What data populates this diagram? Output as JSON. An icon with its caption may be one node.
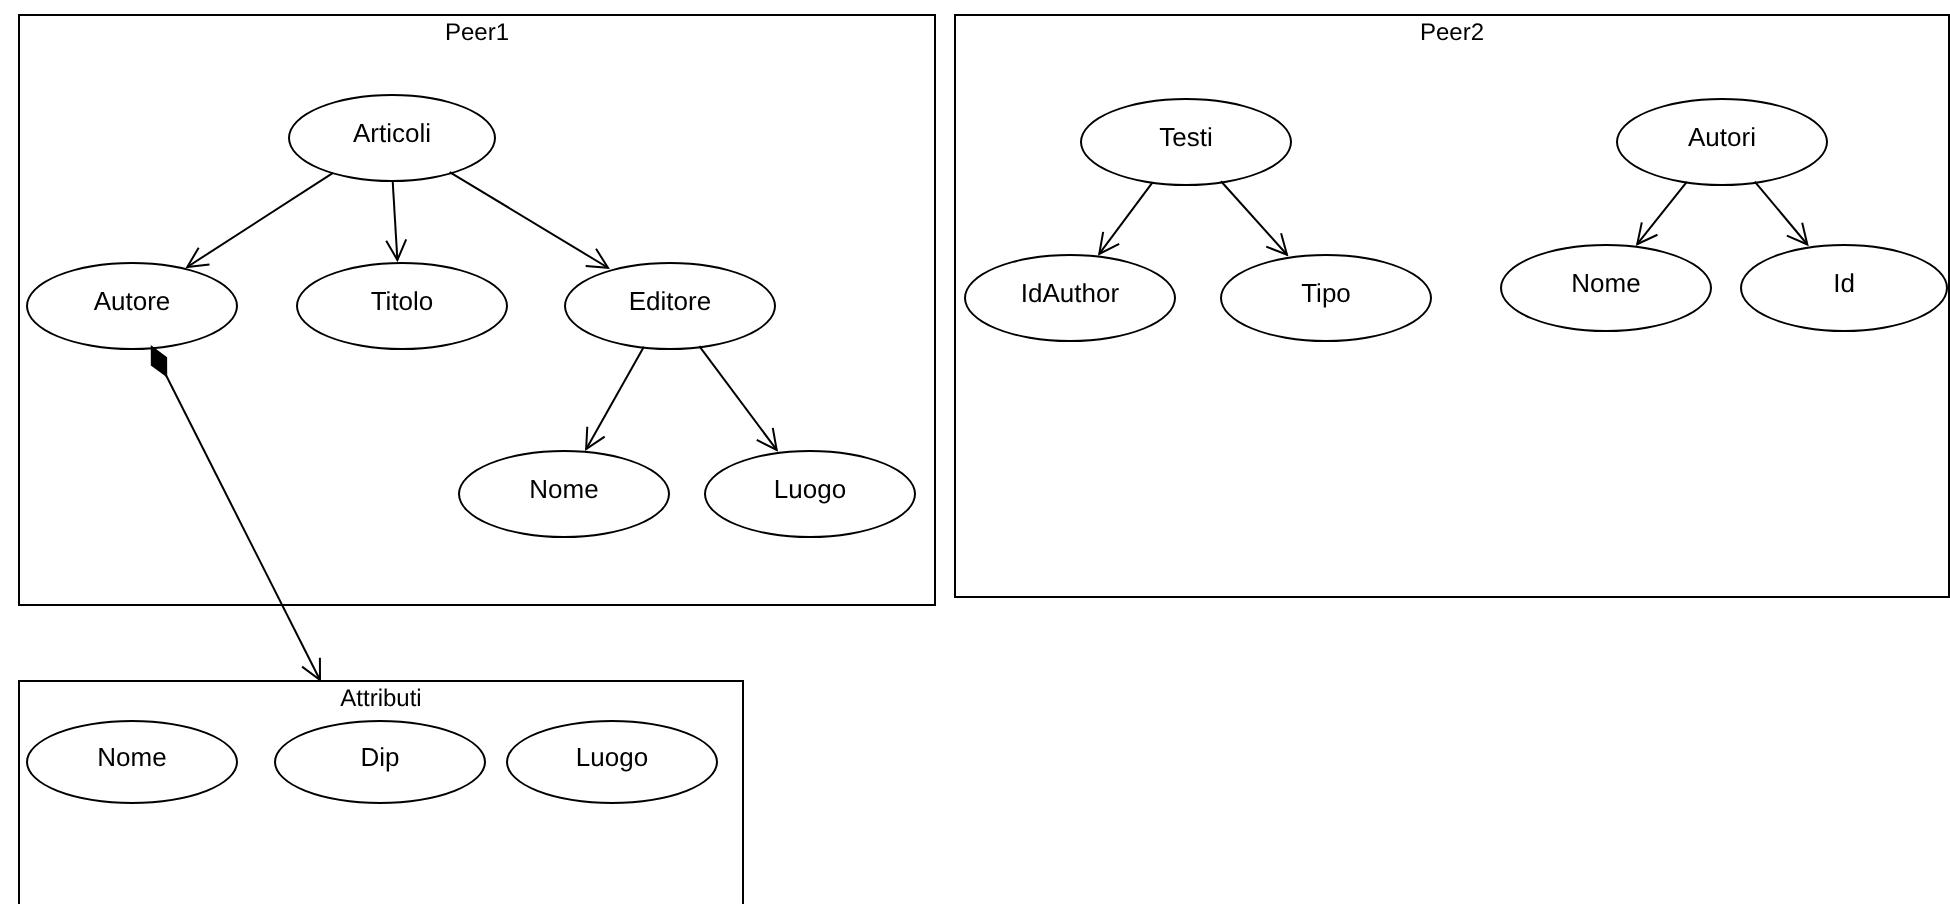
{
  "diagram": {
    "nodes": [
      {
        "text": [
          "Peer1"
        ]
      },
      {
        "text": [
          "Articoli"
        ],
        "in": 0
      },
      {
        "text": [
          "Autore"
        ],
        "in": 0
      },
      {
        "text": [
          "Titolo"
        ],
        "in": 0
      },
      {
        "text": [
          "Editore"
        ],
        "in": 0
      },
      {
        "text": [
          "Nome"
        ],
        "in": 0
      },
      {
        "text": [
          "Luogo"
        ],
        "in": 0
      },
      {
        "text": [
          "Peer2"
        ]
      },
      {
        "text": [
          "Testi"
        ],
        "in": 7
      },
      {
        "text": [
          "IdAuthor"
        ],
        "in": 7
      },
      {
        "text": [
          "Tipo"
        ],
        "in": 7
      },
      {
        "text": [
          "Autori"
        ],
        "in": 7
      },
      {
        "text": [
          "Nome"
        ],
        "in": 7
      },
      {
        "text": [
          "Id"
        ],
        "in": 7
      },
      {
        "text": [
          "Attributi"
        ]
      },
      {
        "text": [
          "Nome"
        ],
        "in": 14
      },
      {
        "text": [
          "Dip"
        ],
        "in": 14
      },
      {
        "text": [
          "Luogo"
        ],
        "in": 14
      }
    ],
    "edges": [
      {
        "from": 1,
        "to": 2,
        "arrow": "to"
      },
      {
        "from": 1,
        "to": 3,
        "arrow": "to"
      },
      {
        "from": 1,
        "to": 4,
        "arrow": "to"
      },
      {
        "from": 4,
        "to": 5,
        "arrow": "to"
      },
      {
        "from": 4,
        "to": 6,
        "arrow": "to"
      },
      {
        "from": 8,
        "to": 9,
        "arrow": "to"
      },
      {
        "from": 8,
        "to": 10,
        "arrow": "to"
      },
      {
        "from": 11,
        "to": 12,
        "arrow": "to"
      },
      {
        "from": 11,
        "to": 13,
        "arrow": "to"
      },
      {
        "from": 2,
        "to": 14,
        "arrow": "to"
      }
    ]
  }
}
